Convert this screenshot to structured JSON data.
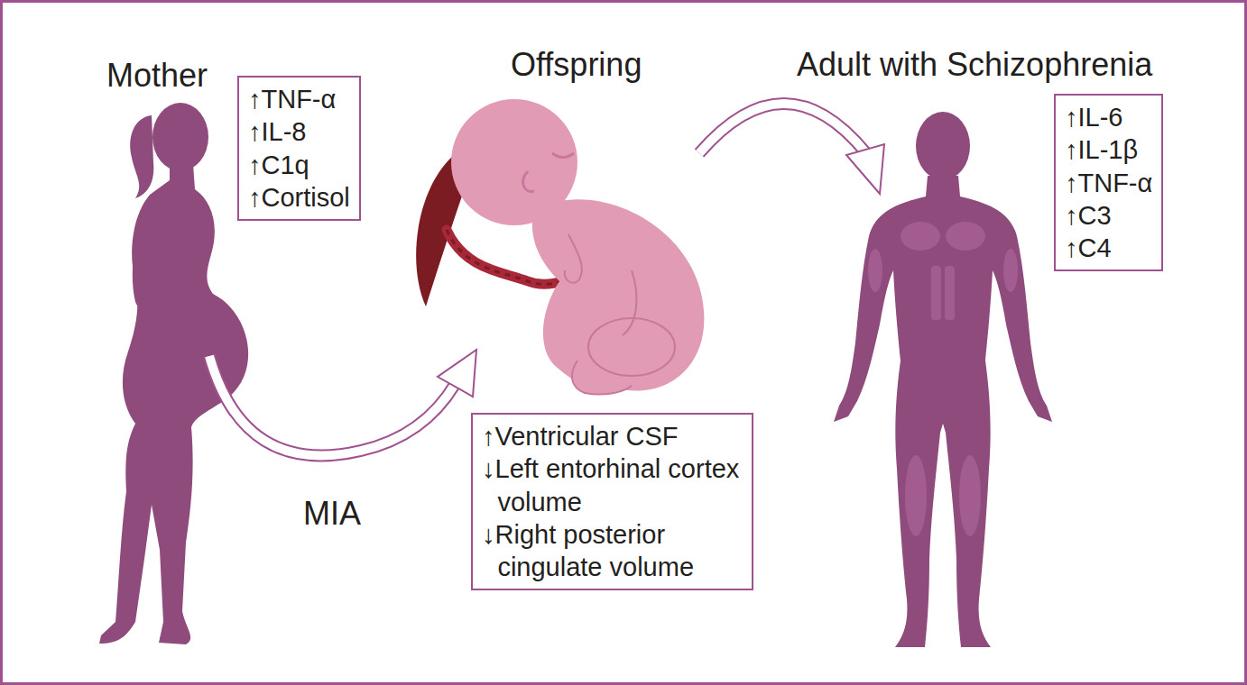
{
  "diagram": {
    "nodes": [
      {
        "text": [
          "↑TNF-α",
          "↑IL-8",
          "↑C1q",
          "↑Cortisol"
        ]
      },
      {
        "text": [
          "↑Ventricular CSF",
          "↓Left entorhinal cortex volume",
          "↓Right posterior cingulate volume"
        ]
      },
      {
        "text": [
          "↑IL-6",
          "↑IL-1β",
          "↑TNF-α",
          "↑C3",
          "↑C4"
        ]
      }
    ],
    "labels": [
      "Mother",
      "Offspring",
      "Adult with Schizophrenia",
      "MIA"
    ]
  }
}
